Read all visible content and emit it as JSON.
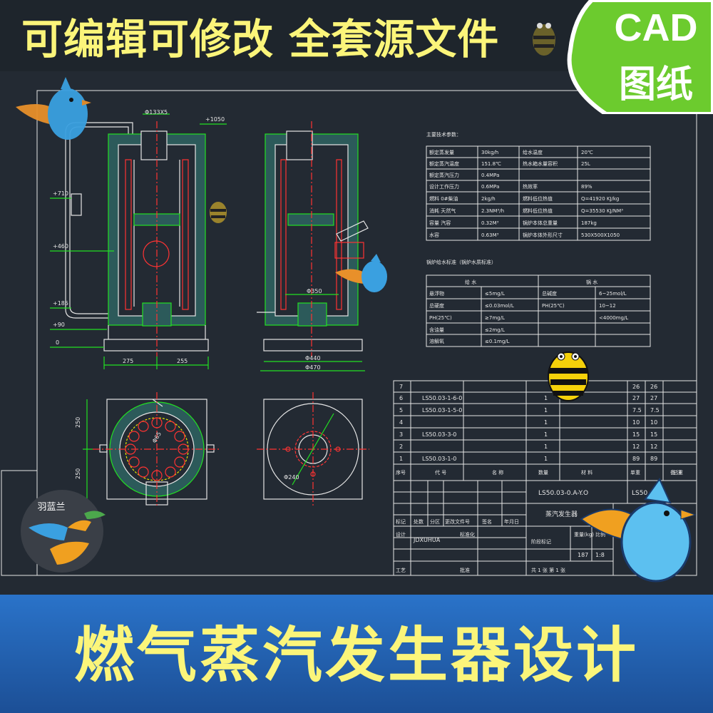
{
  "banner": {
    "title": "可编辑可修改 全套源文件",
    "badge_line1": "CAD",
    "badge_line2": "图纸",
    "bottom_title": "燃气蒸汽发生器设计"
  },
  "logo": {
    "label": "羽蓝兰"
  },
  "colors": {
    "background": "#232a33",
    "title_yellow": "#fbf57a",
    "badge_green": "#6ccb2e",
    "bottom_blue": "#2a73c9",
    "cad_white": "#e6e6e6",
    "cad_green": "#22e022",
    "cad_red": "#ff3333",
    "cad_magenta": "#ff33ff",
    "cad_cyan": "#3cc"
  },
  "drawing": {
    "dims": {
      "top_dia": "Φ133X5",
      "level_1050": "+1050",
      "level_710": "+710",
      "level_460": "+460",
      "level_185": "+185",
      "level_90": "+90",
      "level_0": "0",
      "width_left": "275",
      "width_right": "255",
      "inner_dia": "Φ350",
      "outer_dia": "Φ440",
      "base_dia": "Φ470",
      "plan_h1": "250",
      "plan_h2": "250",
      "plan_dia_ring": "Φ65",
      "plan_dia_holes": "Φ240"
    },
    "spec_heading": "主要技术参数：",
    "spec_rows": [
      [
        "额定蒸发量",
        "30kg/h",
        "给水温度",
        "20℃"
      ],
      [
        "额定蒸汽温度",
        "151.8℃",
        "热水箱水量容积",
        "25L"
      ],
      [
        "额定蒸汽压力",
        "0.4MPa",
        "",
        ""
      ],
      [
        "设计工作压力",
        "0.6MPa",
        "热效率",
        "89%"
      ],
      [
        "燃料 0#柴油",
        "2kg/h",
        "燃料低位热值",
        "Q=41920 KJ/kg"
      ],
      [
        "消耗 天然气",
        "2.3NM³/h",
        "燃料低位热值",
        "Q=35530 KJ/NM³"
      ],
      [
        "容量 汽容",
        "0.32M³",
        "锅炉本体总重量",
        "187kg"
      ],
      [
        "水容",
        "0.63M³",
        "锅炉本体外形尺寸",
        "530X500X1050"
      ]
    ],
    "water_heading": "锅炉给水标准（锅炉水质标准）",
    "water_headers": [
      "给  水",
      "锅  水"
    ],
    "water_rows": [
      [
        "悬浮物",
        "≤5mg/L",
        "总碱度",
        "6~25mol/L"
      ],
      [
        "总硬度",
        "≤0.03mol/L",
        "PH(25℃)",
        "10~12"
      ],
      [
        "PH(25℃)",
        "≥7mg/L",
        "",
        "<4000mg/L"
      ],
      [
        "含油量",
        "≤2mg/L",
        "",
        ""
      ],
      [
        "溶解氧",
        "≤0.1mg/L",
        "",
        ""
      ]
    ],
    "bom_rows": [
      [
        "7",
        "",
        "",
        "",
        "",
        "26",
        "26"
      ],
      [
        "6",
        "LS50.03-1-6-0",
        "",
        "1",
        "",
        "27",
        "27"
      ],
      [
        "5",
        "LS50.03-1-5-0",
        "",
        "1",
        "",
        "7.5",
        "7.5"
      ],
      [
        "4",
        "",
        "",
        "1",
        "",
        "10",
        "10"
      ],
      [
        "3",
        "LS50.03-3-0",
        "",
        "1",
        "",
        "15",
        "15"
      ],
      [
        "2",
        "",
        "",
        "1",
        "",
        "12",
        "12"
      ],
      [
        "1",
        "LS50.03-1-0",
        "",
        "1",
        "",
        "89",
        "89"
      ]
    ],
    "bom_header": [
      "序号",
      "代  号",
      "名  称",
      "数量",
      "材  料",
      "单重",
      "总重"
    ],
    "title_block": {
      "drawing_no": "LS50.03-0.A-Y.O",
      "drawing_no_short": "LS50",
      "name": "蒸汽发生器",
      "designer": "JDXUHUA",
      "weight": "187",
      "scale": "1:8",
      "sheet": "共 1 张 第 1 张",
      "label_weight": "重量(kg)",
      "label_scale": "比例",
      "label_stage": "阶段标记",
      "label_design": "设计",
      "label_standard": "标准化",
      "label_process": "工艺",
      "label_approve": "批准",
      "label_mark": "标记",
      "label_count": "处数",
      "label_zone": "分区",
      "label_change": "更改文件号",
      "label_sign": "签名",
      "label_date": "年月日",
      "label_remark": "备  注"
    }
  }
}
